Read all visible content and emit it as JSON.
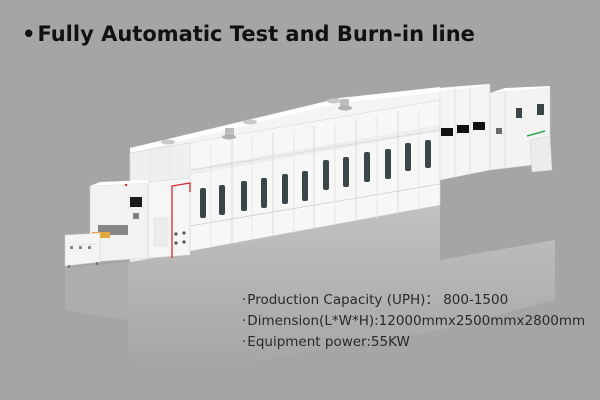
{
  "slide": {
    "title_bullet": "•",
    "title": "Fully Automatic Test and Burn-in line",
    "background_color": "#a5a5a5"
  },
  "product_image": {
    "alt": "Fully automatic test and burn-in line equipment render",
    "accent_color": "#e0262b",
    "status_color": "#2fa84f"
  },
  "specs": {
    "bullet": "·",
    "items": [
      {
        "label": "Production Capacity (UPH)：",
        "value": "800-1500",
        "text": "Production Capacity (UPH)：  800-1500"
      },
      {
        "label": "Dimension(L*W*H):",
        "value": "12000mmx2500mmx2800mm",
        "text": "Dimension(L*W*H):12000mmx2500mmx2800mm"
      },
      {
        "label": "Equipment power:",
        "value": "55KW",
        "text": "Equipment power:55KW"
      }
    ]
  }
}
